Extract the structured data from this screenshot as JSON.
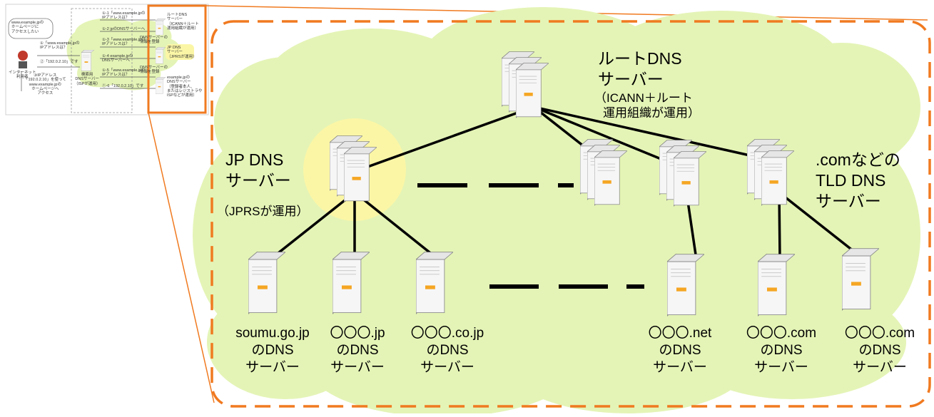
{
  "colors": {
    "accent_orange": "#f07a20",
    "cloud_green": "#e4f4b6",
    "highlight_yellow": "#fbf6a6",
    "server_body": "#f4f4f4",
    "server_indicator": "#f5a623"
  },
  "thumbnail": {
    "user_bubble": "www.example.jpの\nホームページに\nアクセスしたい",
    "user_label": "インターネット\n利用者",
    "cache_label": "検索用\nDNSサーバー\n（ISPが運用）",
    "root_label": "ルートDNS\nサーバー\n（ICANN＋ルート\n運用組織が運用）",
    "jp_label": "JP DNS\nサーバー\n（JPRSが運用）",
    "example_label": "example.jpの\nDNSサーバー\n（登録者本人、\nまたはレジストラや\nISPなどが運用）",
    "steps": [
      "①-1「www.example.jpの\nIPアドレスは？",
      "①-2 jpのDNSサーバーへ",
      "①-3「www.example.jpの\nIPアドレスは？",
      "①-4 example.jpの\nDNSサーバーへ",
      "①-5「www.example.jpの\nIPアドレスは？",
      "①-6「192.0.2.10」です"
    ],
    "user_steps": [
      "①「www.example.jpの\nIPアドレスは？",
      "②「192.0.2.10」です",
      "③IPアドレス\n「192.0.2.10」を使って\nwww.example.jpの\nホームページへ\nアクセス"
    ],
    "register_notes": [
      "DNSサーバーの\n情報を登録",
      "DNSサーバーの\n情報を登録"
    ]
  },
  "nodes": {
    "root": {
      "lines": [
        "ルートDNS",
        "サーバー"
      ],
      "note": [
        "（ICANN＋ルート",
        "運用組織が運用）"
      ]
    },
    "jp": {
      "lines": [
        "JP DNS",
        "サーバー"
      ],
      "note": "（JPRSが運用）"
    },
    "tld": {
      "lines": [
        ".comなどの",
        "TLD DNS",
        "サーバー"
      ]
    },
    "leaves": [
      {
        "name": "soumu.go.jp",
        "l2": "のDNS",
        "l3": "サーバー"
      },
      {
        "name": "〇〇〇.jp",
        "l2": "のDNS",
        "l3": "サーバー"
      },
      {
        "name": "〇〇〇.co.jp",
        "l2": "のDNS",
        "l3": "サーバー"
      },
      {
        "name": "〇〇〇.net",
        "l2": "のDNS",
        "l3": "サーバー"
      },
      {
        "name": "〇〇〇.com",
        "l2": "のDNS",
        "l3": "サーバー"
      },
      {
        "name": "〇〇〇.com",
        "l2": "のDNS",
        "l3": "サーバー"
      }
    ]
  }
}
